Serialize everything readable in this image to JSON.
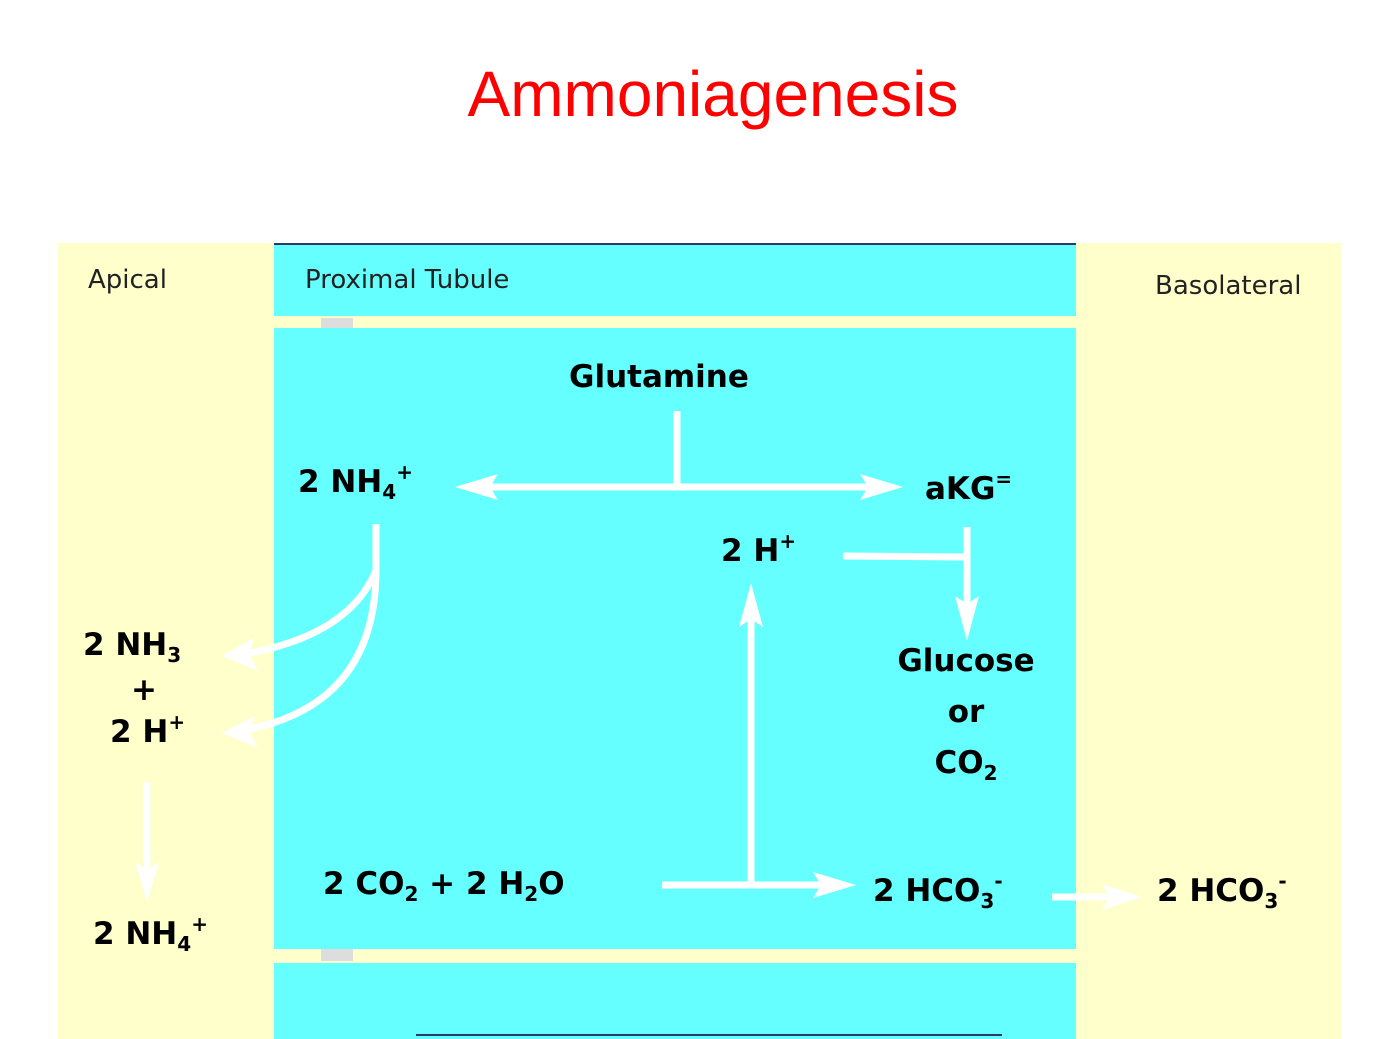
{
  "title": "Ammoniagenesis",
  "regions": {
    "apical": "Apical",
    "proximal_tubule": "Proximal Tubule",
    "basolateral": "Basolateral"
  },
  "species": {
    "glutamine": "Glutamine",
    "nh4_cell": {
      "base": "2 NH",
      "sub": "4",
      "sup": "+"
    },
    "akg": {
      "base": "aKG",
      "sup": "="
    },
    "h_cell": {
      "base": "2 H",
      "sup": "+"
    },
    "glucose": "Glucose",
    "or": "or",
    "co2": {
      "base": "CO",
      "sub": "2"
    },
    "nh3_lumen": {
      "base": "2 NH",
      "sub": "3"
    },
    "plus": "+",
    "h_lumen": {
      "base": "2 H",
      "sup": "+"
    },
    "nh4_lumen": {
      "base": "2 NH",
      "sub": "4",
      "sup": "+"
    },
    "co2_h2o": {
      "a": "2 CO",
      "a_sub": "2",
      "b": " + 2 H",
      "b_sub": "2",
      "c": "O"
    },
    "hco3_cell": {
      "base": "2 HCO",
      "sub": "3",
      "sup": "-"
    },
    "hco3_blood": {
      "base": "2 HCO",
      "sub": "3",
      "sup": "-"
    }
  },
  "colors": {
    "title": "#ff0000",
    "cell": "#66ffff",
    "extracellular": "#ffffcc",
    "arrow": "#ffffff"
  }
}
